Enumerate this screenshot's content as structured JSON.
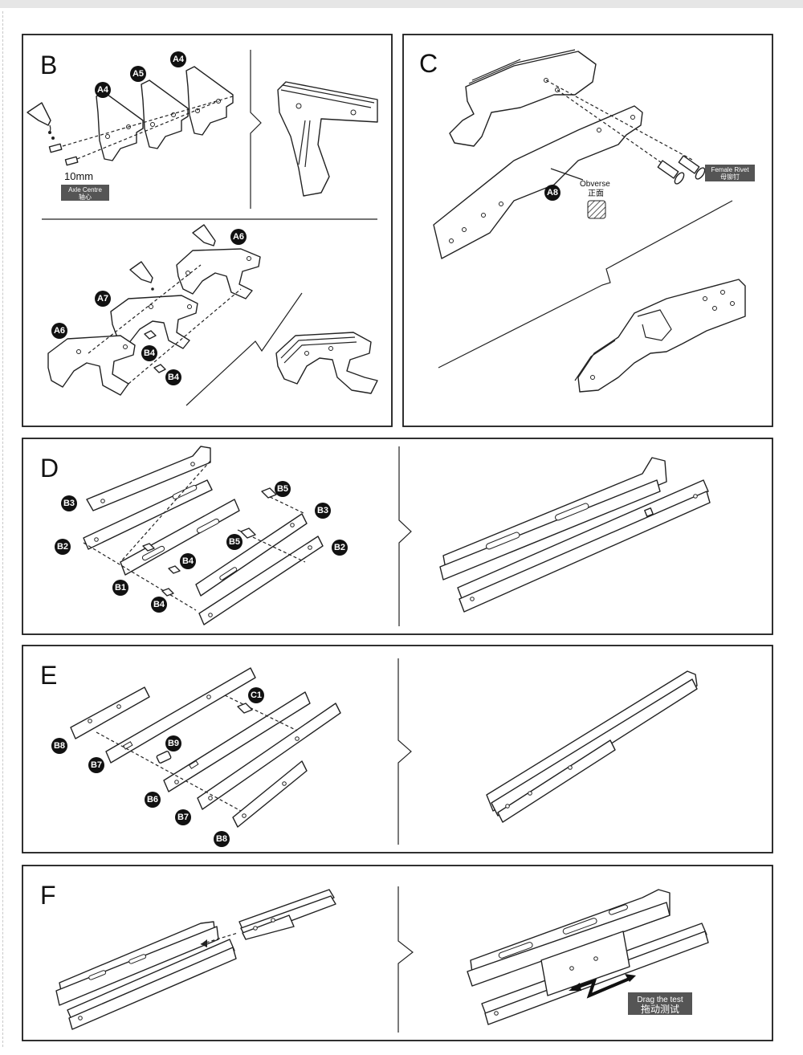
{
  "steps": {
    "B": {
      "letter": "B",
      "labels": [
        "A4",
        "A5",
        "A4",
        "A6",
        "A7",
        "A6",
        "B4",
        "B4"
      ],
      "axle_length": "10mm",
      "axle_tag_en": "Axle Centre",
      "axle_tag_cn": "轴心"
    },
    "C": {
      "letter": "C",
      "labels": [
        "A8"
      ],
      "obverse_en": "Obverse",
      "obverse_cn": "正面",
      "rivet_tag_en": "Female Rivet",
      "rivet_tag_cn": "母铆钉"
    },
    "D": {
      "letter": "D",
      "labels": [
        "B3",
        "B2",
        "B1",
        "B4",
        "B4",
        "B5",
        "B5",
        "B3",
        "B2"
      ]
    },
    "E": {
      "letter": "E",
      "labels": [
        "B8",
        "B7",
        "B6",
        "B7",
        "B8",
        "B9",
        "C1"
      ]
    },
    "F": {
      "letter": "F",
      "drag_tag_en": "Drag the test",
      "drag_tag_cn": "拖动测试"
    }
  },
  "colors": {
    "line": "#222222",
    "badge": "#111111",
    "tag": "#555555",
    "topbar": "#e6e6e6"
  }
}
